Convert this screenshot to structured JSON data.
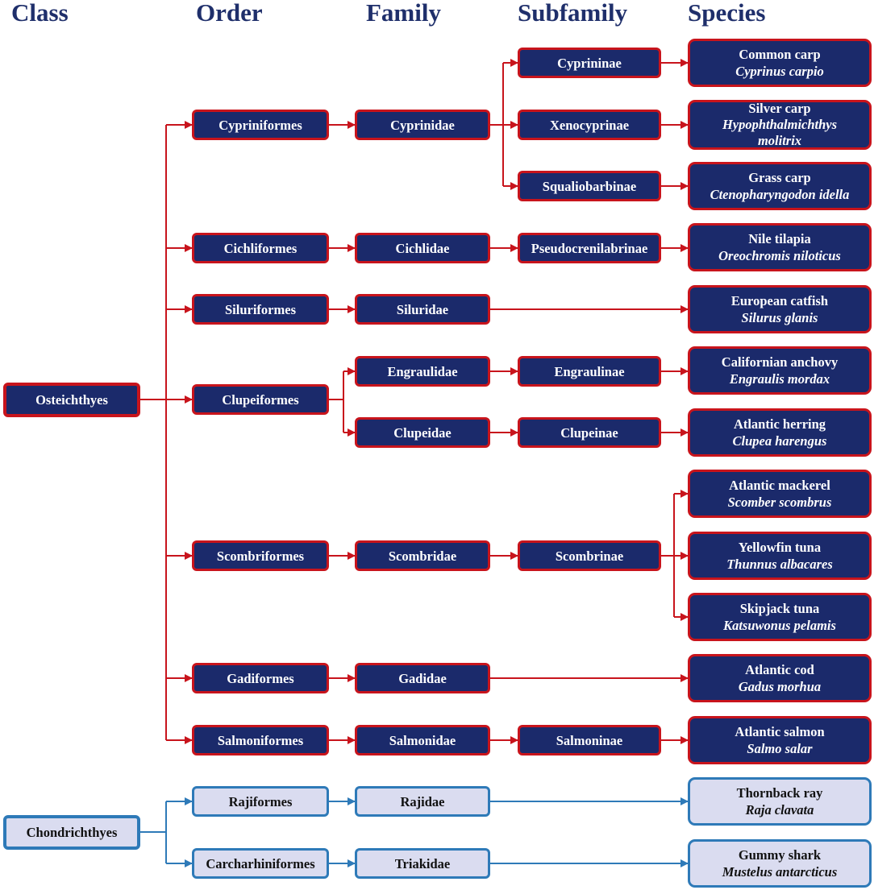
{
  "headers": {
    "class": "Class",
    "order": "Order",
    "family": "Family",
    "subfamily": "Subfamily",
    "species": "Species"
  },
  "colors": {
    "osteichthyes_fill": "#1b2a6b",
    "osteichthyes_border": "#c8141c",
    "chondrichthyes_fill": "#dadcf0",
    "chondrichthyes_border": "#2e7ab8",
    "header_text": "#1f2f6b"
  },
  "classes": {
    "osteichthyes": "Osteichthyes",
    "chondrichthyes": "Chondrichthyes"
  },
  "orders": {
    "cypriniformes": "Cypriniformes",
    "cichliformes": "Cichliformes",
    "siluriformes": "Siluriformes",
    "clupeiformes": "Clupeiformes",
    "scombriformes": "Scombriformes",
    "gadiformes": "Gadiformes",
    "salmoniformes": "Salmoniformes",
    "rajiformes": "Rajiformes",
    "carcharhiniformes": "Carcharhiniformes"
  },
  "families": {
    "cyprinidae": "Cyprinidae",
    "cichlidae": "Cichlidae",
    "siluridae": "Siluridae",
    "engraulidae": "Engraulidae",
    "clupeidae": "Clupeidae",
    "scombridae": "Scombridae",
    "gadidae": "Gadidae",
    "salmonidae": "Salmonidae",
    "rajidae": "Rajidae",
    "triakidae": "Triakidae"
  },
  "subfamilies": {
    "cyprininae": "Cyprininae",
    "xenocyprinae": "Xenocyprinae",
    "squaliobarbinae": "Squaliobarbinae",
    "pseudocrenilabrinae": "Pseudocrenilabrinae",
    "engraulinae": "Engraulinae",
    "clupeinae": "Clupeinae",
    "scombrinae": "Scombrinae",
    "salmoninae": "Salmoninae"
  },
  "species": {
    "common_carp": {
      "common": "Common carp",
      "scientific": "Cyprinus carpio"
    },
    "silver_carp": {
      "common": "Silver carp",
      "scientific_1": "Hypophthalmichthys",
      "scientific_2": "molitrix"
    },
    "grass_carp": {
      "common": "Grass carp",
      "scientific": "Ctenopharyngodon idella"
    },
    "nile_tilapia": {
      "common": "Nile tilapia",
      "scientific": "Oreochromis niloticus"
    },
    "european_catfish": {
      "common": "European catfish",
      "scientific": "Silurus glanis"
    },
    "californian_anchovy": {
      "common": "Californian anchovy",
      "scientific": "Engraulis mordax"
    },
    "atlantic_herring": {
      "common": "Atlantic herring",
      "scientific": "Clupea harengus"
    },
    "atlantic_mackerel": {
      "common": "Atlantic mackerel",
      "scientific": "Scomber scombrus"
    },
    "yellowfin_tuna": {
      "common": "Yellowfin tuna",
      "scientific": "Thunnus albacares"
    },
    "skipjack_tuna": {
      "common": "Skipjack tuna",
      "scientific": "Katsuwonus pelamis"
    },
    "atlantic_cod": {
      "common": "Atlantic cod",
      "scientific": "Gadus morhua"
    },
    "atlantic_salmon": {
      "common": "Atlantic salmon",
      "scientific": "Salmo salar"
    },
    "thornback_ray": {
      "common": "Thornback ray",
      "scientific": "Raja clavata"
    },
    "gummy_shark": {
      "common": "Gummy shark",
      "scientific": "Mustelus antarcticus"
    }
  }
}
